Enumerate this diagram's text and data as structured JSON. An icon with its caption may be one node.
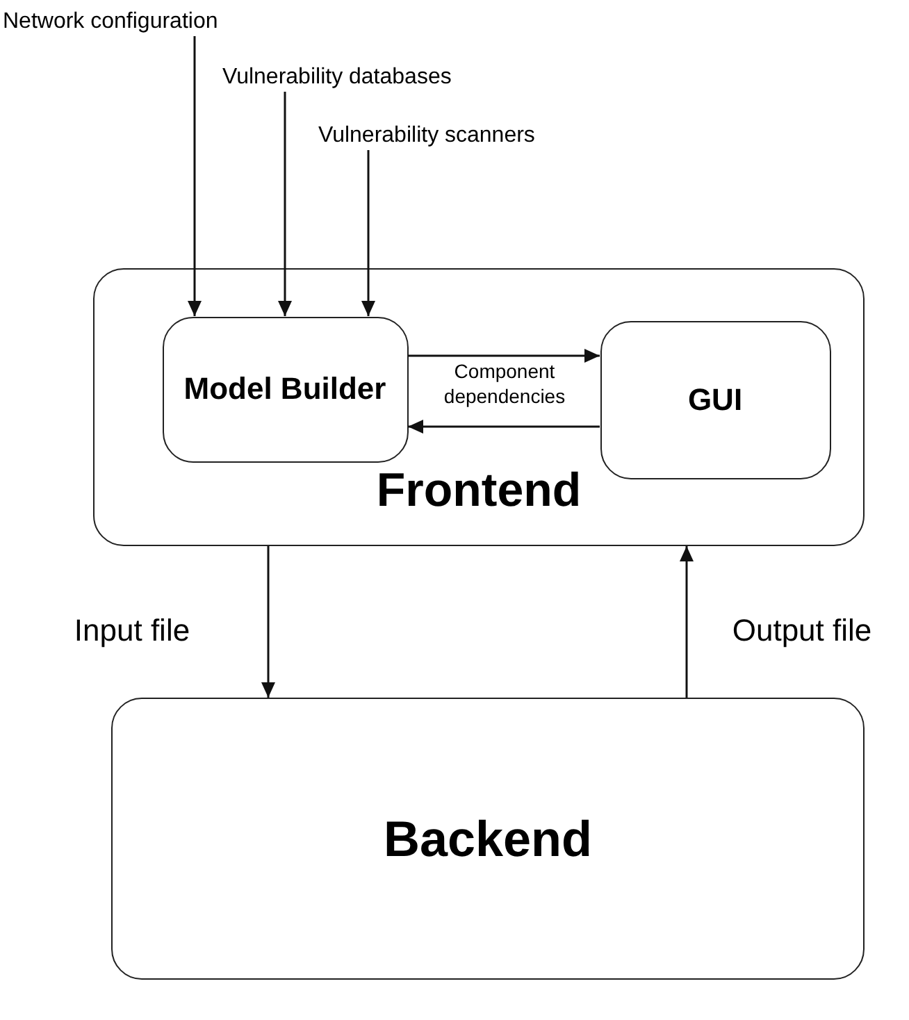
{
  "diagram": {
    "nodes": [
      {
        "text": [
          "Frontend"
        ]
      },
      {
        "text": [
          "Model Builder"
        ],
        "in": 0
      },
      {
        "text": [
          "GUI"
        ],
        "in": 0
      },
      {
        "text": [
          "Backend"
        ]
      },
      {
        "text": [
          "Network configuration"
        ]
      },
      {
        "text": [
          "Vulnerability databases"
        ]
      },
      {
        "text": [
          "Vulnerability scanners"
        ]
      }
    ],
    "edges": [
      {
        "from": 4,
        "to": 1,
        "arrow": "to"
      },
      {
        "from": 5,
        "to": 1,
        "arrow": "to"
      },
      {
        "from": 6,
        "to": 1,
        "arrow": "to"
      },
      {
        "from": 1,
        "to": 2,
        "arrow": "to",
        "label": "Component dependencies"
      },
      {
        "from": 2,
        "to": 1,
        "arrow": "to"
      },
      {
        "from": 0,
        "to": 3,
        "arrow": "to",
        "label": "Input file"
      },
      {
        "from": 3,
        "to": 0,
        "arrow": "to",
        "label": "Output file"
      }
    ]
  }
}
